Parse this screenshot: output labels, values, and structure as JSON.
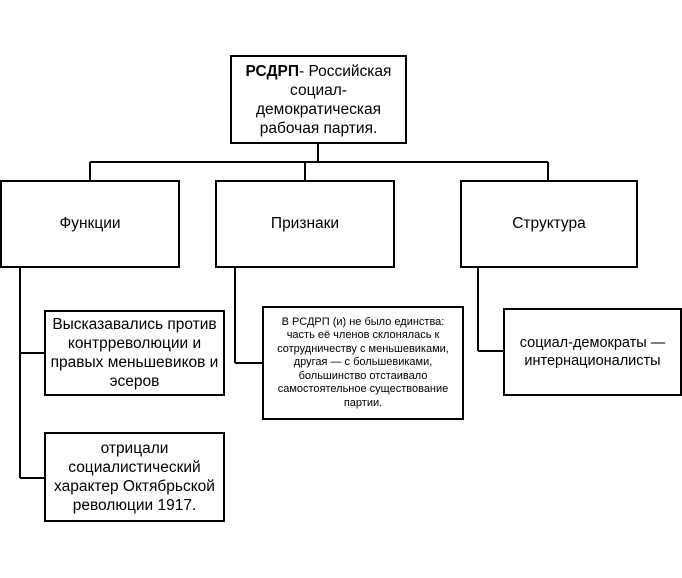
{
  "root": {
    "abbr": "РСДРП",
    "name": "- Российская социал-демократическая рабочая партия."
  },
  "categories": {
    "functions": "Функции",
    "signs": "Признаки",
    "structure": "Структура"
  },
  "functions_items": [
    "Высказавались против контрреволюции и правых меньшевиков и эсеров",
    "отрицали социалистический характер Октябрьской революции 1917."
  ],
  "signs_items": [
    "В РСДРП (и) не было единства: часть её членов склонялась к сотрудничеству с меньшевиками, другая — с большевиками, большинство отстаивало самостоятельное существование партии."
  ],
  "structure_items": [
    "социал-демократы — интернационалисты"
  ],
  "colors": {
    "line": "#000000",
    "box_border": "#000000",
    "background": "#ffffff"
  }
}
